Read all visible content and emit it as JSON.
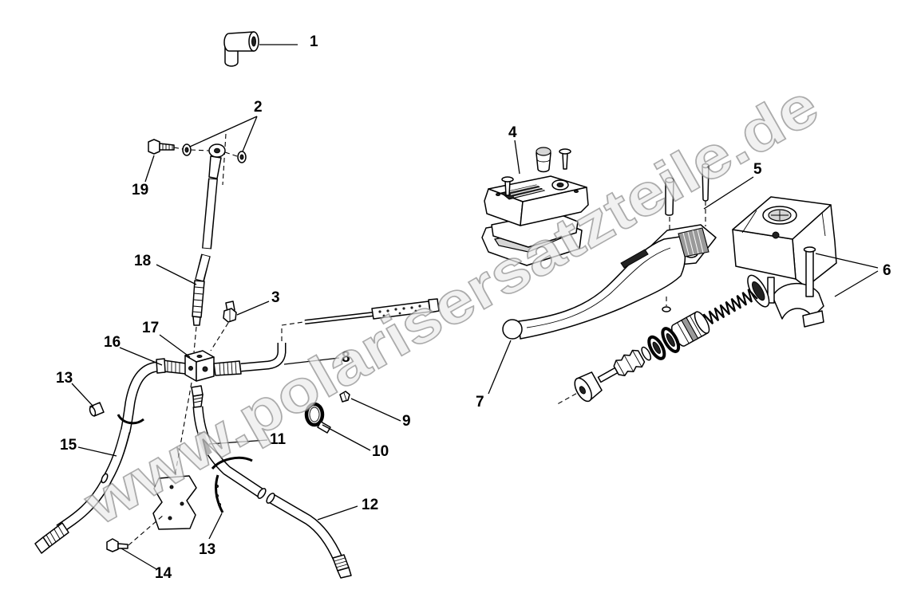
{
  "callouts": {
    "c1": "1",
    "c2": "2",
    "c3": "3",
    "c4": "4",
    "c5": "5",
    "c6": "6",
    "c7": "7",
    "c8": "8",
    "c9": "9",
    "c10": "10",
    "c11": "11",
    "c12": "12",
    "c13a": "13",
    "c13b": "13",
    "c14": "14",
    "c15": "15",
    "c16": "16",
    "c17": "17",
    "c18": "18",
    "c19": "19"
  },
  "watermark": "www.polarisersatzteile.de",
  "colors": {
    "line": "#000000",
    "background": "#ffffff",
    "watermark": "#c8c8c8"
  }
}
